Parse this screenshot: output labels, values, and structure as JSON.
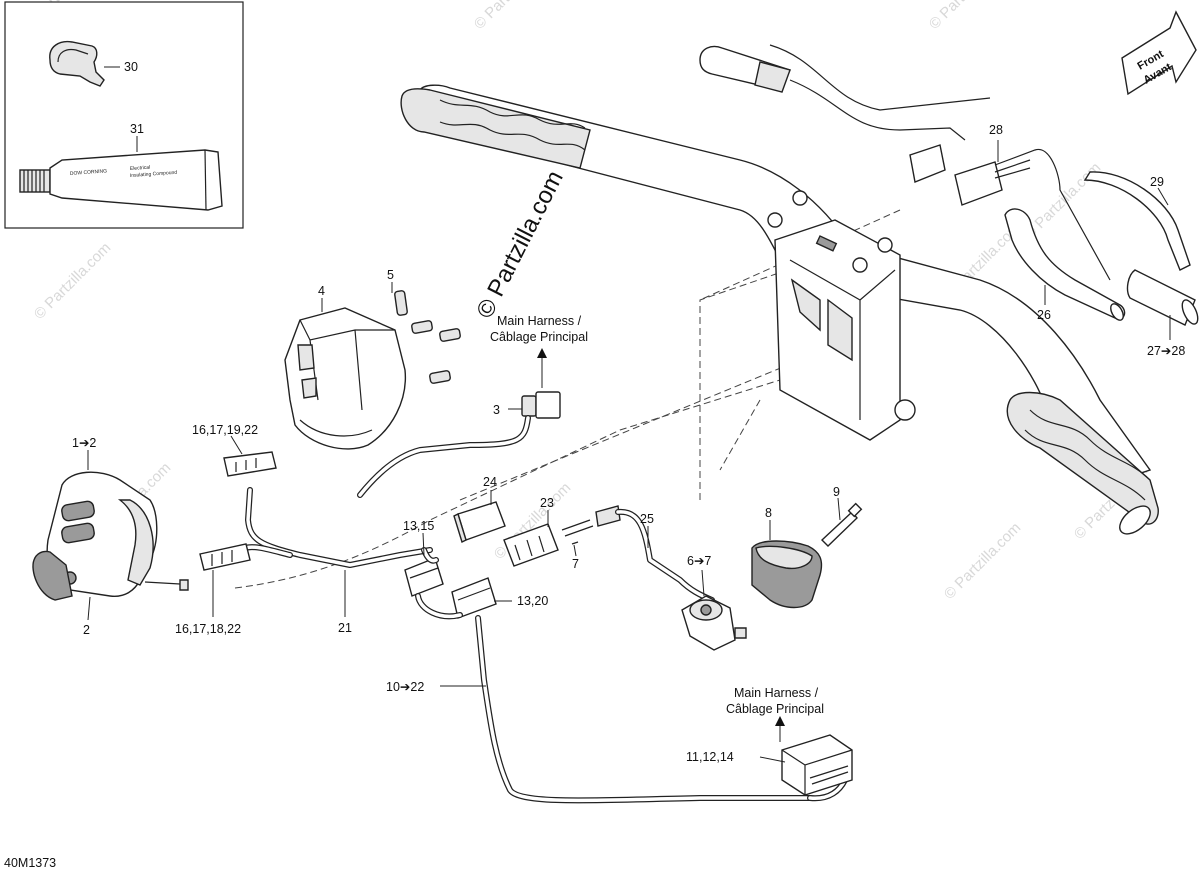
{
  "figure_code": "40M1373",
  "front_arrow": {
    "line1": "Front",
    "line2": "Avant"
  },
  "watermark": {
    "brand": "Partzilla.com",
    "big": "© Partzilla.com",
    "small": "© Partzilla.com"
  },
  "notes": {
    "main_harness_top": {
      "line1": "Main Harness /",
      "line2": "Câblage Principal"
    },
    "main_harness_bottom": {
      "line1": "Main Harness /",
      "line2": "Câblage Principal"
    }
  },
  "callouts": {
    "c30": "30",
    "c31": "31",
    "c5": "5",
    "c4": "4",
    "c3": "3",
    "c1_2": "1➔2",
    "c2": "2",
    "c16_19": "16,17,19,22",
    "c16_18": "16,17,18,22",
    "c21": "21",
    "c24": "24",
    "c23": "23",
    "c7": "7",
    "c13_15": "13,15",
    "c13_20": "13,20",
    "c25": "25",
    "c6_7": "6➔7",
    "c8": "8",
    "c9": "9",
    "c10_22": "10➔22",
    "c11_14": "11,12,14",
    "c28": "28",
    "c29": "29",
    "c26": "26",
    "c27_28": "27➔28"
  },
  "tube_label": {
    "line1": "DOW CORNING",
    "line2": "Electrical",
    "line3": "Insulating Compound"
  }
}
